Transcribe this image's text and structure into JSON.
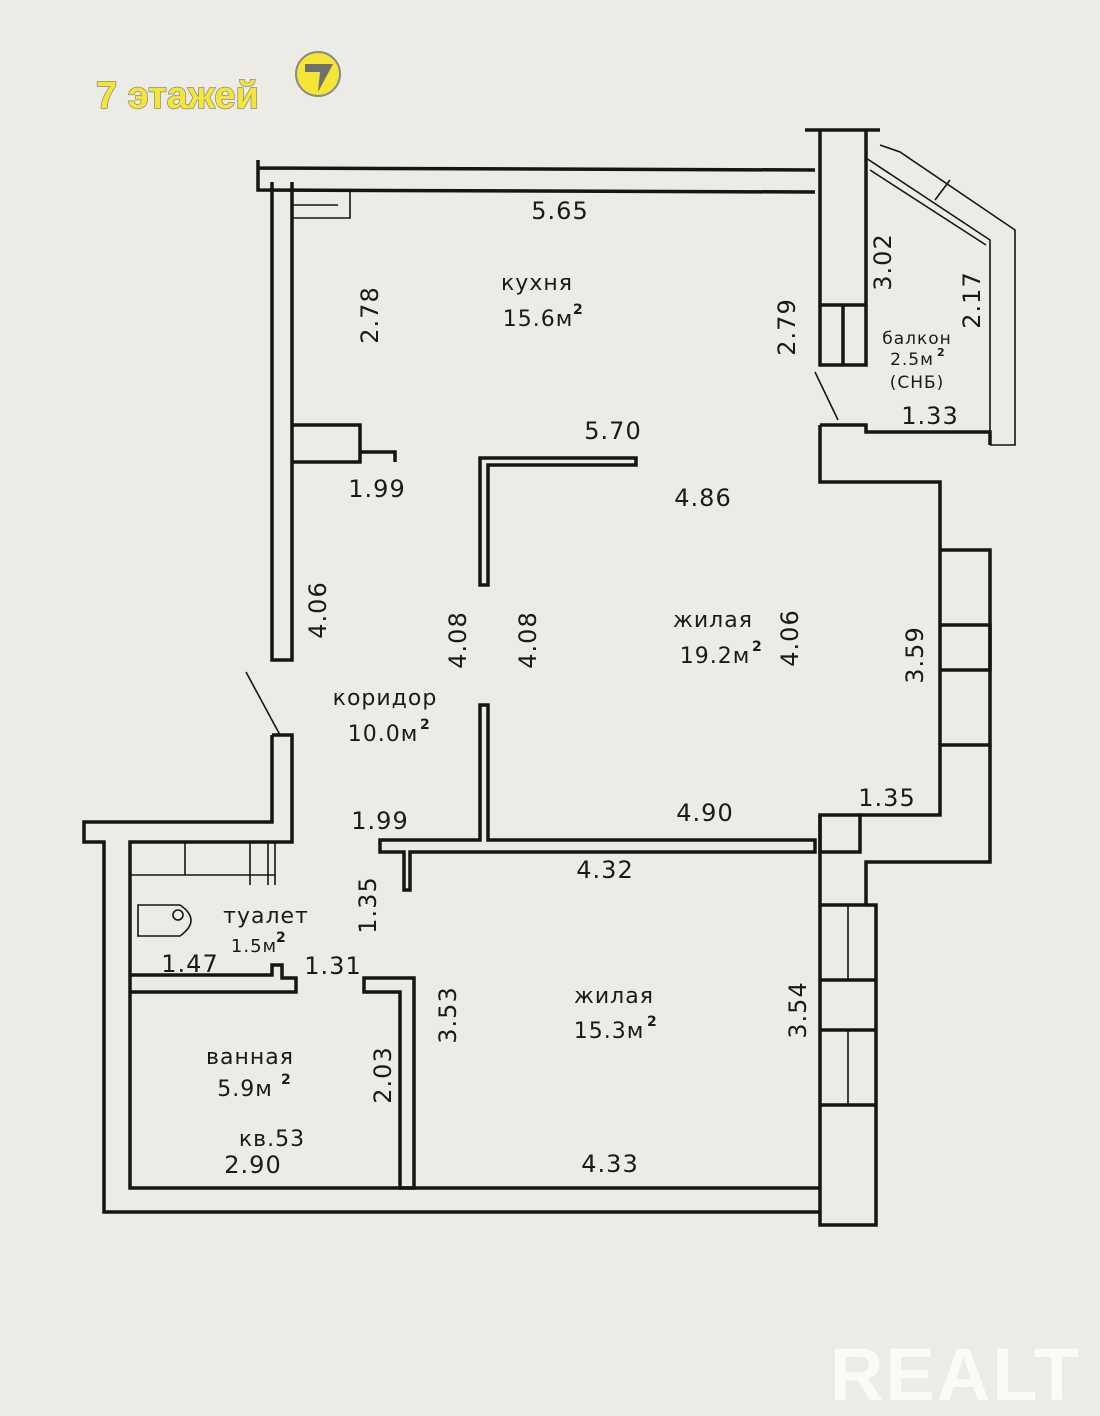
{
  "header": {
    "floors_label": "7 этажей",
    "badge_digit": "7",
    "badge_color": "#f5e636"
  },
  "watermark": "REALT",
  "rooms": {
    "kitchen": {
      "name": "кухня",
      "area": "15.6м",
      "sup": "2"
    },
    "living1": {
      "name": "жилая",
      "area": "19.2м",
      "sup": "2"
    },
    "corridor": {
      "name": "коридор",
      "area": "10.0м",
      "sup": "2"
    },
    "toilet": {
      "name": "туалет",
      "area": "1.5м",
      "sup": "2"
    },
    "living2": {
      "name": "жилая",
      "area": "15.3м",
      "sup": "2"
    },
    "bath": {
      "name": "ванная",
      "area": "5.9м",
      "sup": "2"
    },
    "balcony": {
      "name": "балкон",
      "area": "2.5м",
      "sup": "2",
      "note": "(СНБ)"
    }
  },
  "apartment": "кв.53",
  "dimensions": {
    "kitchen_top": "5.65",
    "kitchen_left": "2.78",
    "kitchen_right": "2.79",
    "kitchen_bottom": "1.99",
    "living1_top": "5.70",
    "living1_width": "4.86",
    "living1_right": "4.06",
    "living1_window": "3.59",
    "living1_bottom": "4.90",
    "living1_corner": "1.35",
    "left_wall": "4.06",
    "corridor_a": "4.08",
    "corridor_b": "4.08",
    "corridor_bottom": "1.99",
    "corridor_side": "1.35",
    "balcony_left": "3.02",
    "balcony_right": "2.17",
    "balcony_bottom": "1.33",
    "living2_top": "4.32",
    "living2_left": "3.53",
    "living2_right": "3.54",
    "living2_bottom": "4.33",
    "toilet_width": "1.47",
    "toilet_door": "1.31",
    "bath_side": "2.03",
    "bath_bottom": "2.90"
  }
}
